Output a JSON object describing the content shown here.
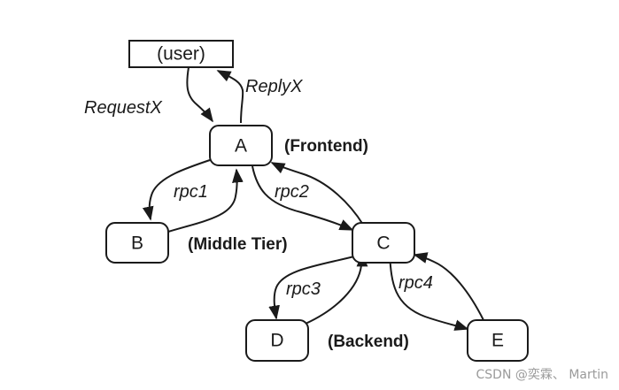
{
  "diagram": {
    "nodes": [
      {
        "id": "user",
        "label": "(user)"
      },
      {
        "id": "A",
        "label": "A"
      },
      {
        "id": "B",
        "label": "B"
      },
      {
        "id": "C",
        "label": "C"
      },
      {
        "id": "D",
        "label": "D"
      },
      {
        "id": "E",
        "label": "E"
      }
    ],
    "edges": [
      {
        "from": "user",
        "to": "A",
        "label": "RequestX"
      },
      {
        "from": "A",
        "to": "user",
        "label": "ReplyX"
      },
      {
        "from": "A",
        "to": "B",
        "label": "rpc1"
      },
      {
        "from": "B",
        "to": "A",
        "label": ""
      },
      {
        "from": "A",
        "to": "C",
        "label": "rpc2"
      },
      {
        "from": "C",
        "to": "A",
        "label": ""
      },
      {
        "from": "C",
        "to": "D",
        "label": "rpc3"
      },
      {
        "from": "D",
        "to": "C",
        "label": ""
      },
      {
        "from": "C",
        "to": "E",
        "label": "rpc4"
      },
      {
        "from": "E",
        "to": "C",
        "label": ""
      }
    ],
    "tier_labels": {
      "frontend": "(Frontend)",
      "middle": "(Middle Tier)",
      "backend": "(Backend)"
    }
  },
  "watermark": "CSDN @奕霖、 Martin",
  "colors": {
    "stroke": "#1a1a1a",
    "watermark": "#9a9a9a"
  }
}
